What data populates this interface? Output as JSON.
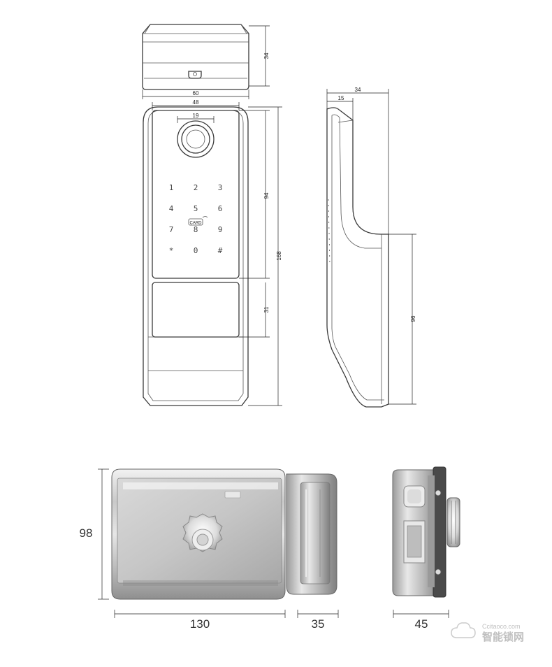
{
  "dimensions": {
    "top_height": "34",
    "top_width": "60",
    "body_width": "48",
    "reader_diameter": "19",
    "keypad_height": "94",
    "total_height": "168",
    "handle_height": "31",
    "side_depth": "34",
    "side_face_depth": "15",
    "side_lower": "96",
    "lock_height": "98",
    "lock_width": "130",
    "lock_knob_width": "35",
    "lock_side_width": "45"
  },
  "keypad": {
    "keys": [
      "1",
      "2",
      "3",
      "4",
      "5",
      "6",
      "7",
      "8",
      "9",
      "*",
      "0",
      "#"
    ],
    "card_label": "CARD"
  },
  "watermark": {
    "url": "Ccitaoco.com",
    "cn": "智能锁网"
  }
}
